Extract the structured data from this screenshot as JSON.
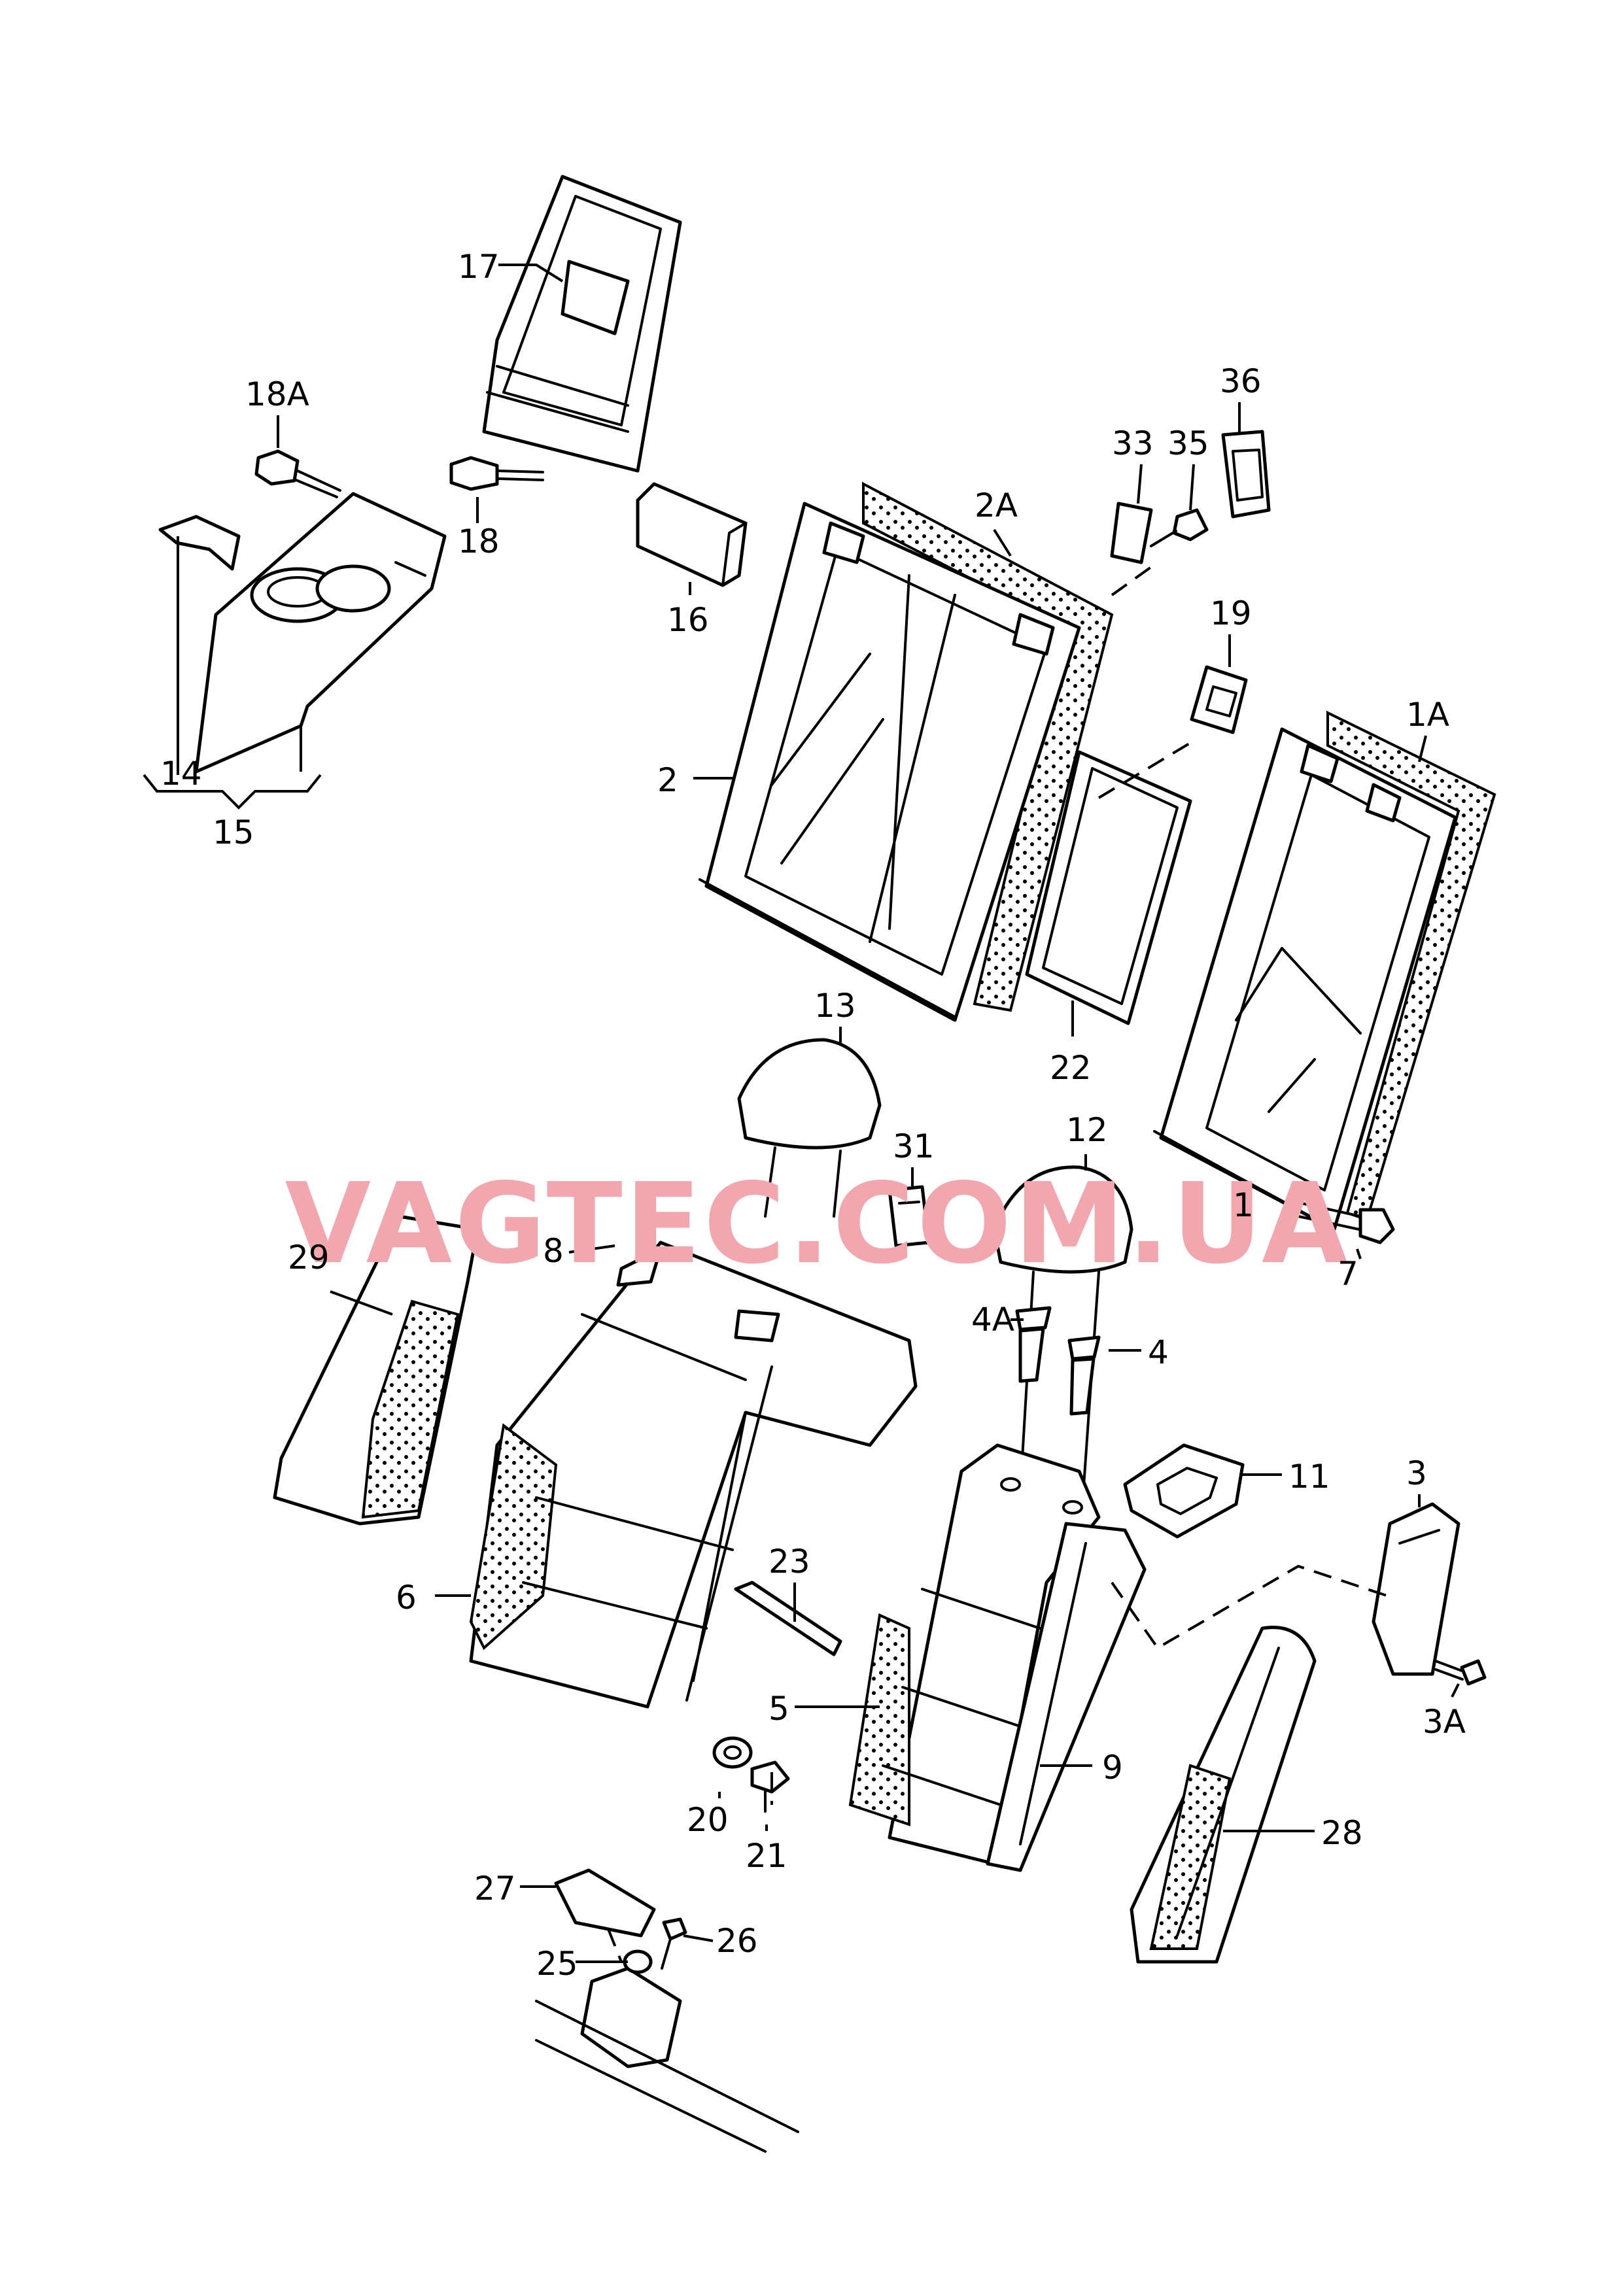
{
  "watermark": {
    "text": "VAGTEC.COM.UA",
    "color": "#f2a7ae"
  },
  "labels": {
    "p1": "1",
    "p1A": "1A",
    "p2": "2",
    "p2A": "2A",
    "p3": "3",
    "p3A": "3A",
    "p4": "4",
    "p4A": "4A",
    "p5": "5",
    "p6": "6",
    "p7": "7",
    "p8": "8",
    "p9": "9",
    "p11": "11",
    "p12": "12",
    "p13": "13",
    "p14": "14",
    "p15": "15",
    "p16": "16",
    "p17": "17",
    "p18": "18",
    "p18A": "18A",
    "p19": "19",
    "p20": "20",
    "p21": "21",
    "p22": "22",
    "p23": "23",
    "p25": "25",
    "p26": "26",
    "p27": "27",
    "p28": "28",
    "p29": "29",
    "p31": "31",
    "p33": "33",
    "p35": "35",
    "p36": "36"
  }
}
